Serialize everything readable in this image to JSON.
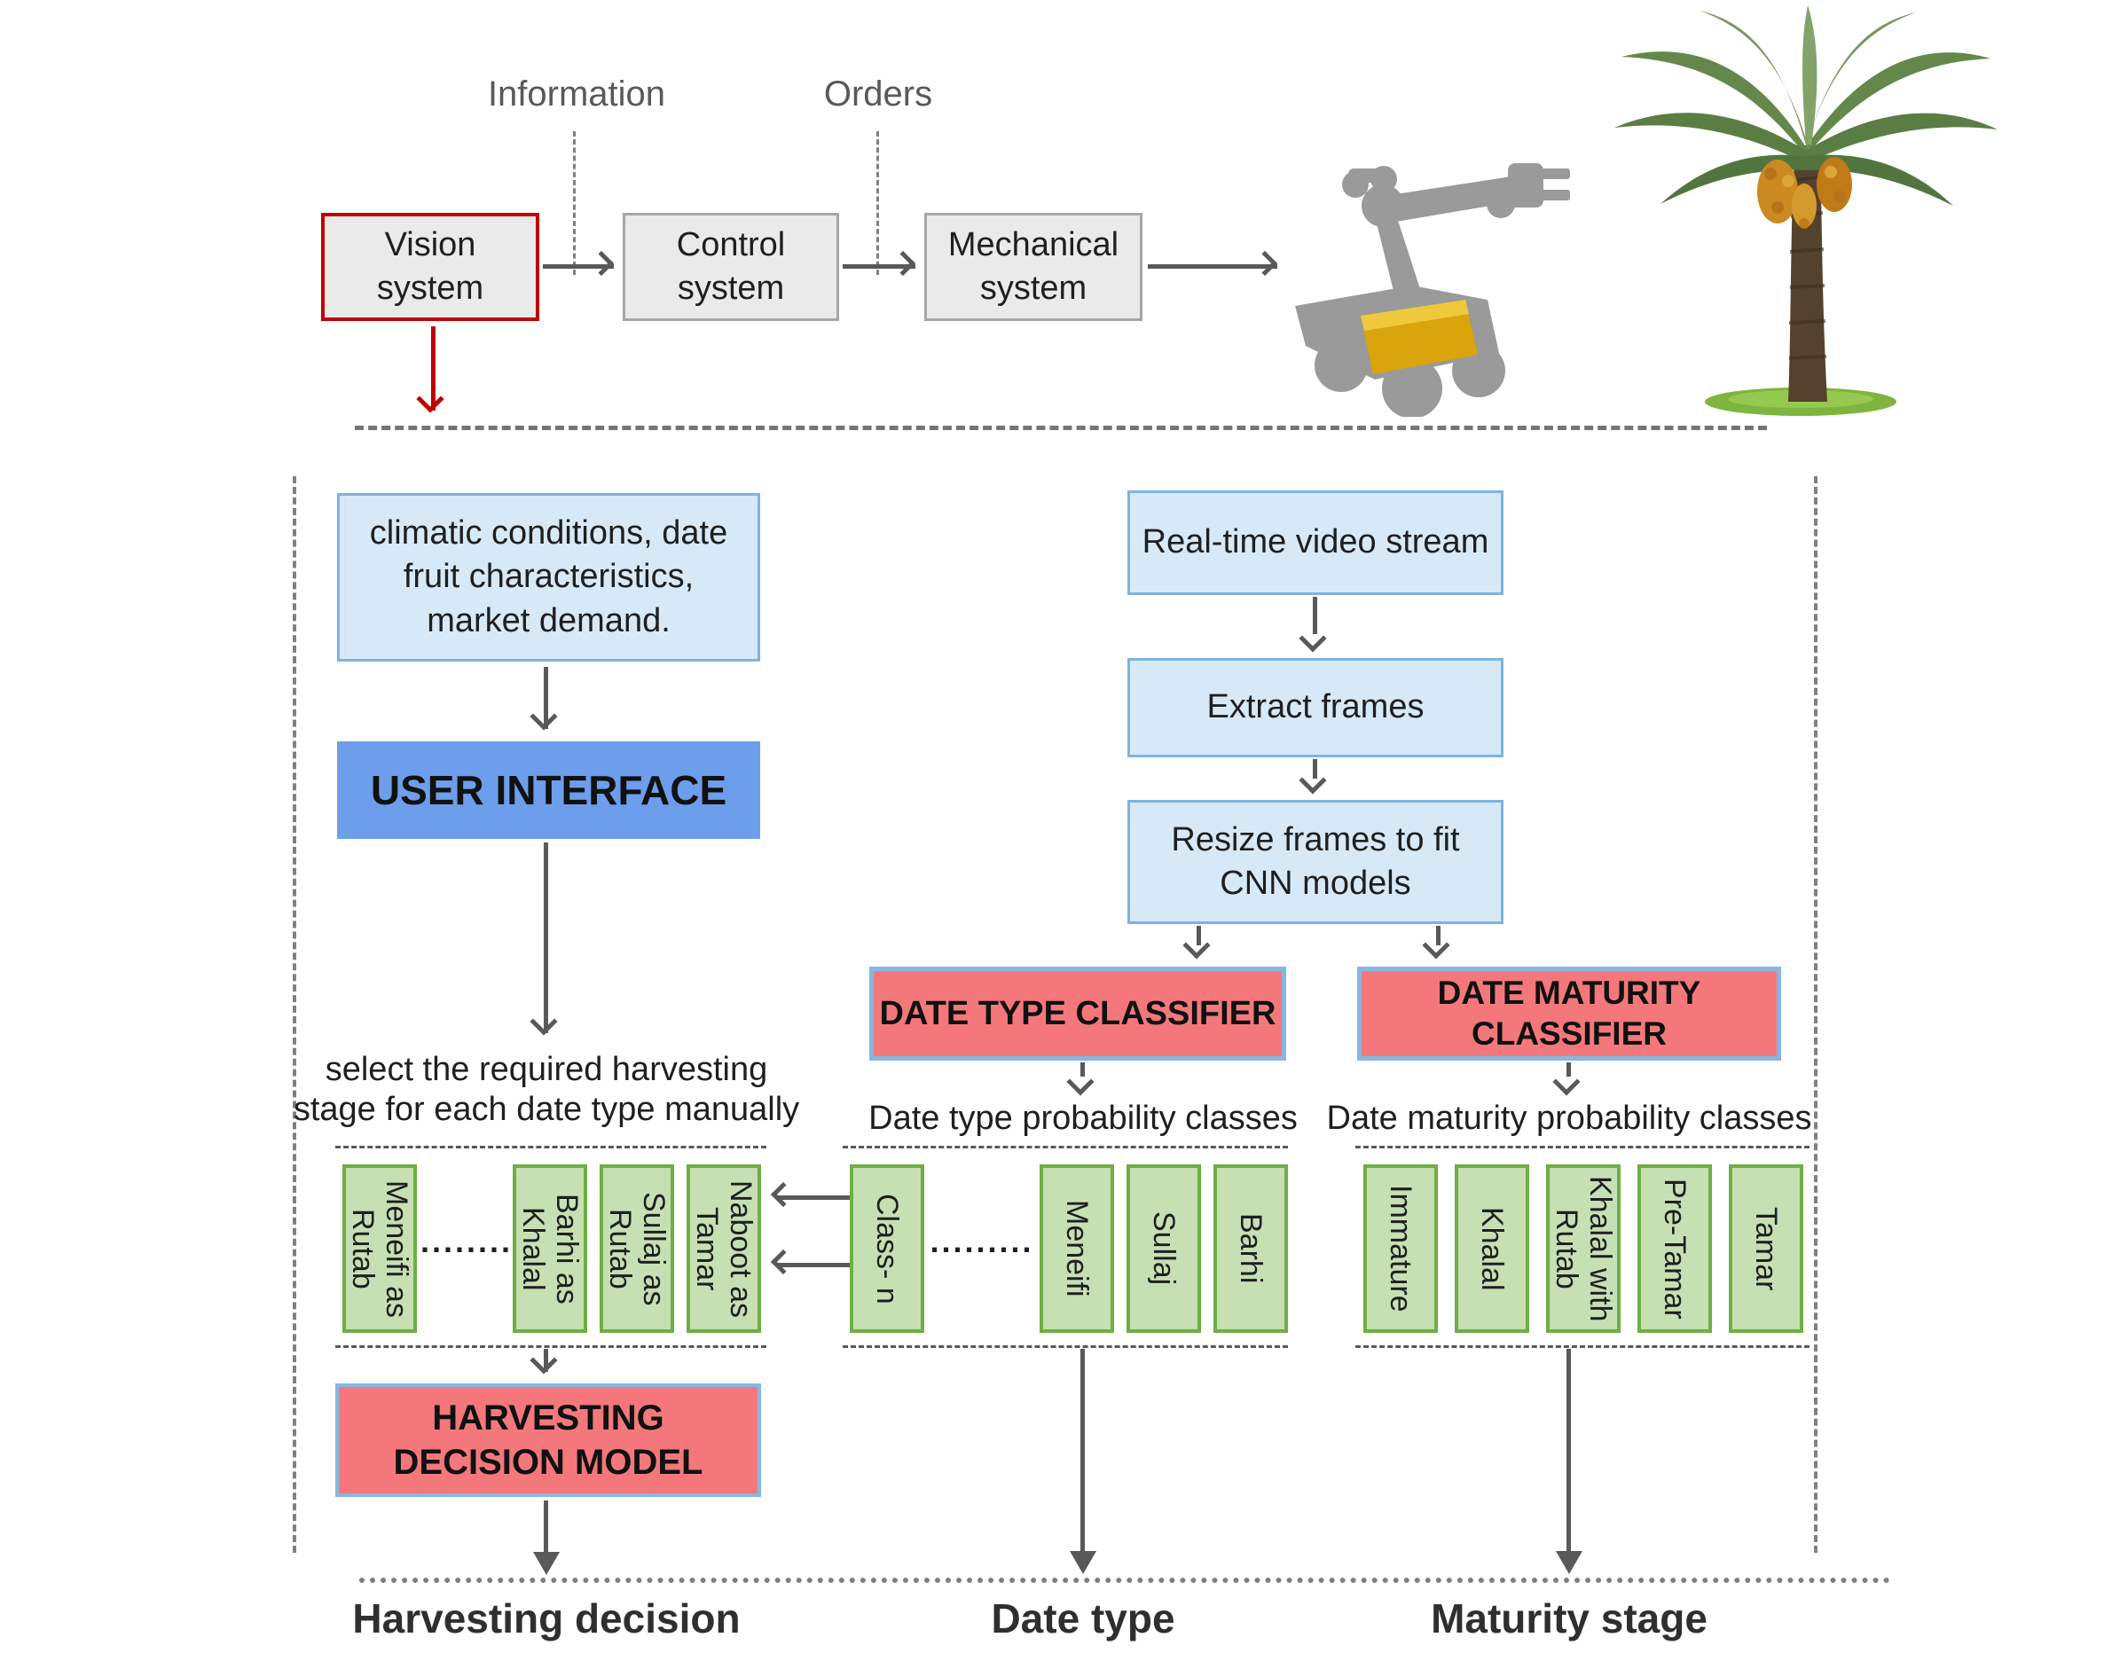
{
  "top_section": {
    "information_label": "Information",
    "orders_label": "Orders",
    "vision_box": "Vision system",
    "control_box": "Control system",
    "mechanical_box": "Mechanical system",
    "robot_icon": "harvesting-robot",
    "palm_icon": "date-palm-tree"
  },
  "pipeline": {
    "climatic_box": "climatic conditions, date fruit characteristics, market demand.",
    "user_interface_box": "USER INTERFACE",
    "select_text": "select the required harvesting stage for each date type manually",
    "video_box": "Real-time video stream",
    "extract_box": "Extract frames",
    "resize_box": "Resize frames to fit CNN models",
    "type_classifier_box": "DATE TYPE CLASSIFIER",
    "maturity_classifier_box": "DATE MATURITY CLASSIFIER",
    "type_prob_label": "Date type probability classes",
    "maturity_prob_label": "Date maturity probability classes",
    "harvest_row": {
      "dots": ".........",
      "items": [
        "Meneifi as Rutab",
        "Barhi as Khalal",
        "Sullaj as Rutab",
        "Naboot as Tamar"
      ]
    },
    "type_row": {
      "dots": ".........",
      "items": [
        "Class- n",
        "Meneifi",
        "Sullaj",
        "Barhi"
      ]
    },
    "maturity_row": {
      "items": [
        "Immature",
        "Khalal",
        "Khalal with Rutab",
        "Pre-Tamar",
        "Tamar"
      ]
    },
    "harvesting_model_box": "HARVESTING DECISION MODEL",
    "outputs": {
      "harvesting": "Harvesting decision",
      "date_type": "Date type",
      "maturity": "Maturity stage"
    }
  },
  "colors": {
    "light_blue_fill": "#D7E9F7",
    "blue_border": "#7FB2E0",
    "classifier_border": "#85B7E2",
    "ui_blue": "#6D9EEB",
    "classifier_pink": "#F4787B",
    "green_fill": "#C6E0B4",
    "green_border": "#6FAE44",
    "gray_fill": "#EAEAEA",
    "vision_red": "#C00000",
    "arrow_gray": "#595959",
    "dash_gray": "#808080"
  }
}
